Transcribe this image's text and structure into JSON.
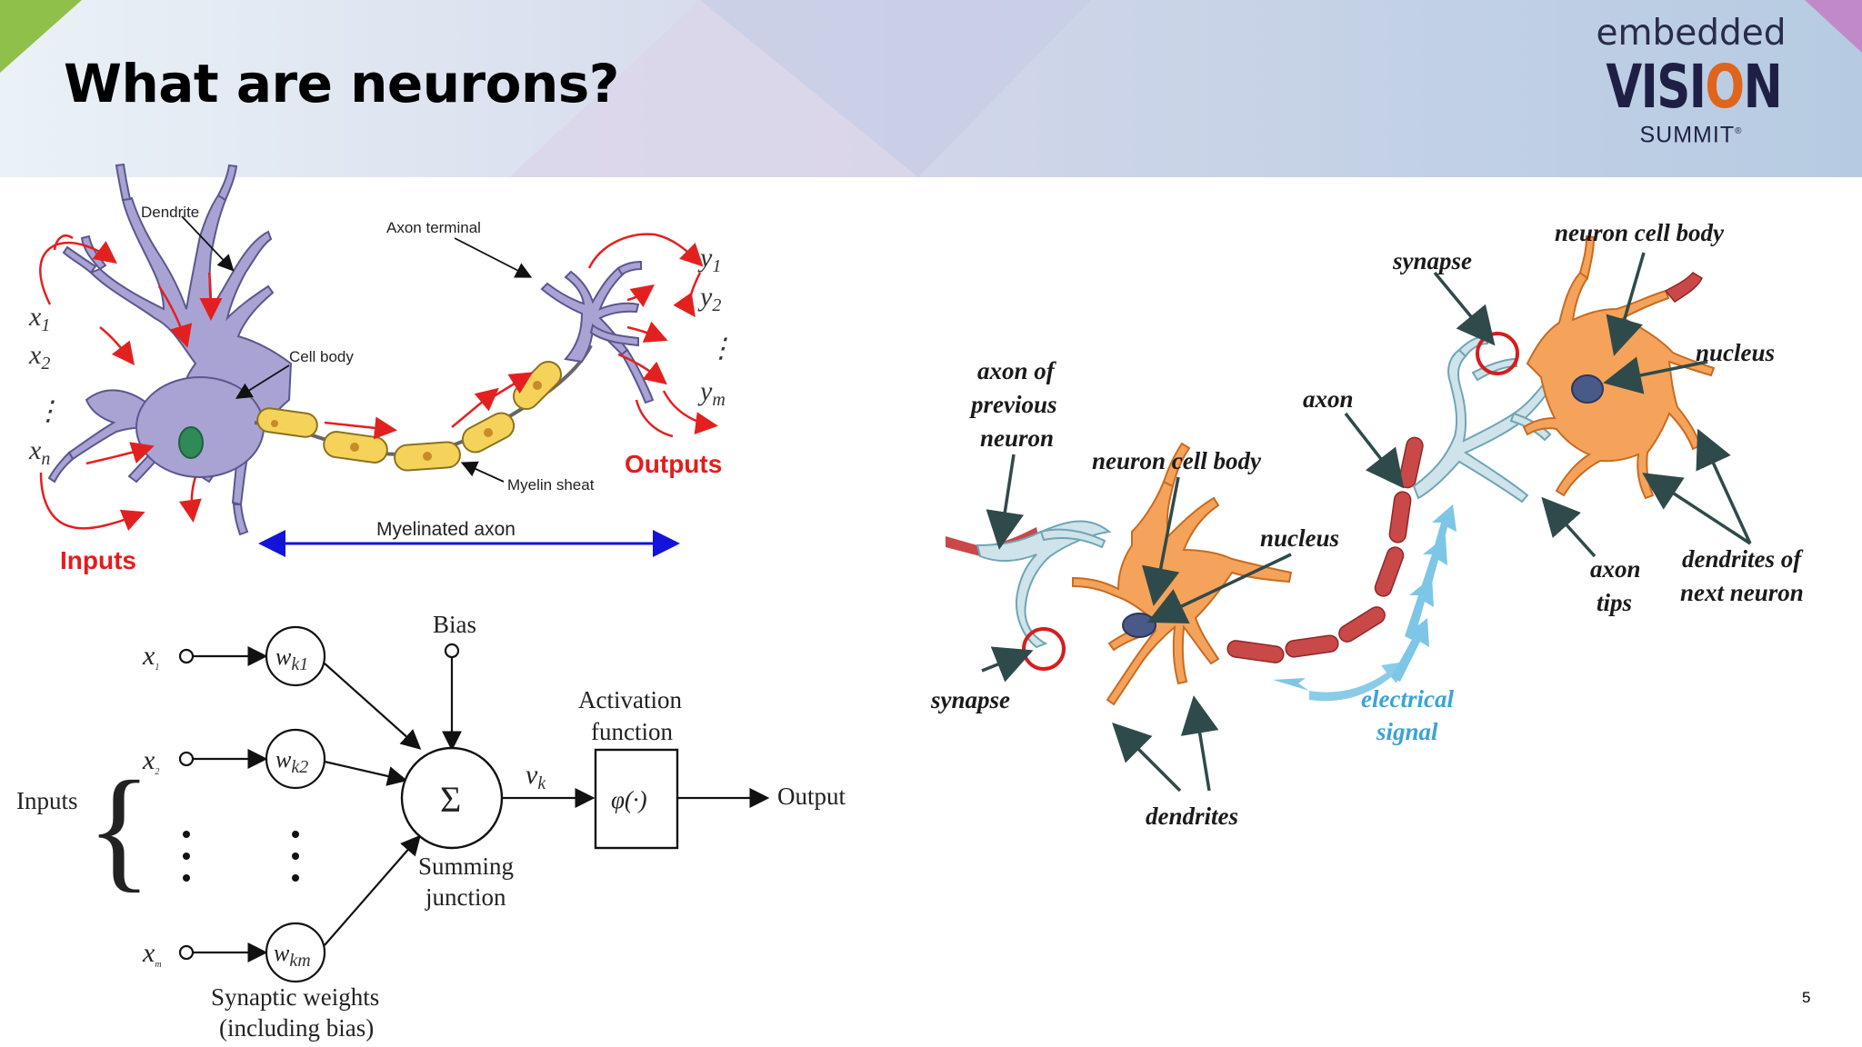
{
  "slide": {
    "title": "What are neurons?",
    "page_number": "5"
  },
  "logo": {
    "top": "embedded",
    "mid_a": "VISI",
    "mid_o": "O",
    "mid_b": "N",
    "bottom": "SUMMIT",
    "mark": "®"
  },
  "neuron_diagram": {
    "dendrite": "Dendrite",
    "axon_terminal": "Axon terminal",
    "cell_body": "Cell body",
    "myelin_sheath": "Myelin sheat",
    "myelinated_axon": "Myelinated axon",
    "inputs": "Inputs",
    "outputs": "Outputs",
    "x_symbol": "x",
    "x_subs": [
      "1",
      "2",
      "n"
    ],
    "y_symbol": "y",
    "y_subs": [
      "1",
      "2",
      "m"
    ],
    "dots": "⋮"
  },
  "perceptron_diagram": {
    "bias": "Bias",
    "inputs": "Inputs",
    "x_symbol": "x",
    "x_subs": [
      "1",
      "2",
      "m"
    ],
    "weights": [
      "w",
      "k1",
      "k2",
      "km"
    ],
    "sigma": "Σ",
    "v": "v",
    "v_sub": "k",
    "activation_line1": "Activation",
    "activation_line2": "function",
    "phi": "φ(·)",
    "output": "Output",
    "summing_line1": "Summing",
    "summing_line2": "junction",
    "synaptic_line1": "Synaptic weights",
    "synaptic_line2": "(including bias)",
    "brace": "{"
  },
  "bio_diagram": {
    "synapse_top": "synapse",
    "neuron_cell_body_top": "neuron cell body",
    "nucleus_top": "nucleus",
    "axon_prev_1": "axon of",
    "axon_prev_2": "previous",
    "axon_prev_3": "neuron",
    "axon": "axon",
    "neuron_cell_body_mid": "neuron cell body",
    "nucleus_mid": "nucleus",
    "axon_tips_1": "axon",
    "axon_tips_2": "tips",
    "dendrites_next_1": "dendrites of",
    "dendrites_next_2": "next neuron",
    "synapse_bottom": "synapse",
    "electrical_1": "electrical",
    "electrical_2": "signal",
    "dendrites": "dendrites"
  }
}
